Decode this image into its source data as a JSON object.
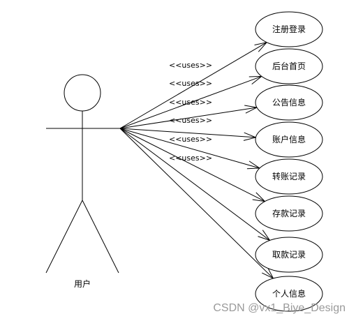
{
  "actor": {
    "label": "用户"
  },
  "relation_label": "<<uses>>",
  "use_cases": [
    {
      "label": "注册登录"
    },
    {
      "label": "后台首页"
    },
    {
      "label": "公告信息"
    },
    {
      "label": "账户信息"
    },
    {
      "label": "转账记录"
    },
    {
      "label": "存款记录"
    },
    {
      "label": "取款记录"
    },
    {
      "label": "个人信息"
    }
  ],
  "watermark": "CSDN @vx1_Biye_Design"
}
